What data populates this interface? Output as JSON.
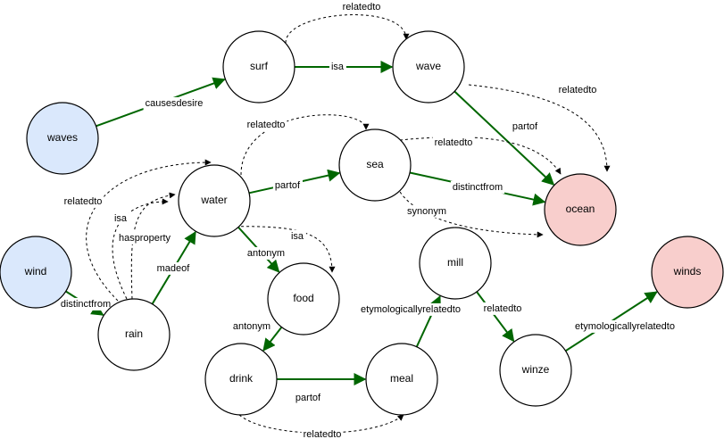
{
  "colors": {
    "node_default": "#ffffff",
    "node_source": "#dae8fc",
    "node_source_stroke": "#6c8ebf",
    "node_target": "#f8cecc",
    "node_target_stroke": "#b85450",
    "edge_solid": "#006600",
    "edge_dashed": "#000000"
  },
  "nodes": [
    {
      "id": "waves",
      "label": "waves",
      "role": "source"
    },
    {
      "id": "wind",
      "label": "wind",
      "role": "source"
    },
    {
      "id": "surf",
      "label": "surf",
      "role": "default"
    },
    {
      "id": "wave",
      "label": "wave",
      "role": "default"
    },
    {
      "id": "water",
      "label": "water",
      "role": "default"
    },
    {
      "id": "sea",
      "label": "sea",
      "role": "default"
    },
    {
      "id": "ocean",
      "label": "ocean",
      "role": "target"
    },
    {
      "id": "rain",
      "label": "rain",
      "role": "default"
    },
    {
      "id": "food",
      "label": "food",
      "role": "default"
    },
    {
      "id": "mill",
      "label": "mill",
      "role": "default"
    },
    {
      "id": "drink",
      "label": "drink",
      "role": "default"
    },
    {
      "id": "meal",
      "label": "meal",
      "role": "default"
    },
    {
      "id": "winze",
      "label": "winze",
      "role": "default"
    },
    {
      "id": "winds",
      "label": "winds",
      "role": "target"
    }
  ],
  "edges": [
    {
      "id": "e1",
      "from": "waves",
      "to": "surf",
      "label": "causesdesire",
      "style": "solid"
    },
    {
      "id": "e2",
      "from": "surf",
      "to": "wave",
      "label": "isa",
      "style": "solid"
    },
    {
      "id": "e3",
      "from": "surf",
      "to": "wave",
      "label": "relatedto",
      "style": "dashed"
    },
    {
      "id": "e4",
      "from": "wave",
      "to": "ocean",
      "label": "partof",
      "style": "solid"
    },
    {
      "id": "e5",
      "from": "wave",
      "to": "ocean",
      "label": "relatedto",
      "style": "dashed"
    },
    {
      "id": "e6",
      "from": "water",
      "to": "sea",
      "label": "relatedto",
      "style": "dashed"
    },
    {
      "id": "e7",
      "from": "water",
      "to": "sea",
      "label": "partof",
      "style": "solid"
    },
    {
      "id": "e8",
      "from": "sea",
      "to": "ocean",
      "label": "relatedto",
      "style": "dashed"
    },
    {
      "id": "e9",
      "from": "sea",
      "to": "ocean",
      "label": "distinctfrom",
      "style": "solid"
    },
    {
      "id": "e10",
      "from": "sea",
      "to": "ocean",
      "label": "synonym",
      "style": "dashed"
    },
    {
      "id": "e11",
      "from": "rain",
      "to": "water",
      "label": "relatedto",
      "style": "dashed"
    },
    {
      "id": "e12",
      "from": "rain",
      "to": "water",
      "label": "isa",
      "style": "dashed"
    },
    {
      "id": "e13",
      "from": "rain",
      "to": "water",
      "label": "hasproperty",
      "style": "dashed"
    },
    {
      "id": "e14",
      "from": "rain",
      "to": "water",
      "label": "madeof",
      "style": "solid"
    },
    {
      "id": "e15",
      "from": "wind",
      "to": "rain",
      "label": "distinctfrom",
      "style": "solid"
    },
    {
      "id": "e16",
      "from": "water",
      "to": "food",
      "label": "antonym",
      "style": "solid"
    },
    {
      "id": "e17",
      "from": "water",
      "to": "food",
      "label": "isa",
      "style": "dashed"
    },
    {
      "id": "e18",
      "from": "food",
      "to": "drink",
      "label": "antonym",
      "style": "solid"
    },
    {
      "id": "e19",
      "from": "drink",
      "to": "meal",
      "label": "partof",
      "style": "solid"
    },
    {
      "id": "e20",
      "from": "drink",
      "to": "meal",
      "label": "relatedto",
      "style": "dashed"
    },
    {
      "id": "e21",
      "from": "meal",
      "to": "mill",
      "label": "etymologicallyrelatedto",
      "style": "solid"
    },
    {
      "id": "e22",
      "from": "mill",
      "to": "winze",
      "label": "relatedto",
      "style": "solid"
    },
    {
      "id": "e23",
      "from": "winze",
      "to": "winds",
      "label": "etymologicallyrelatedto",
      "style": "solid"
    }
  ]
}
